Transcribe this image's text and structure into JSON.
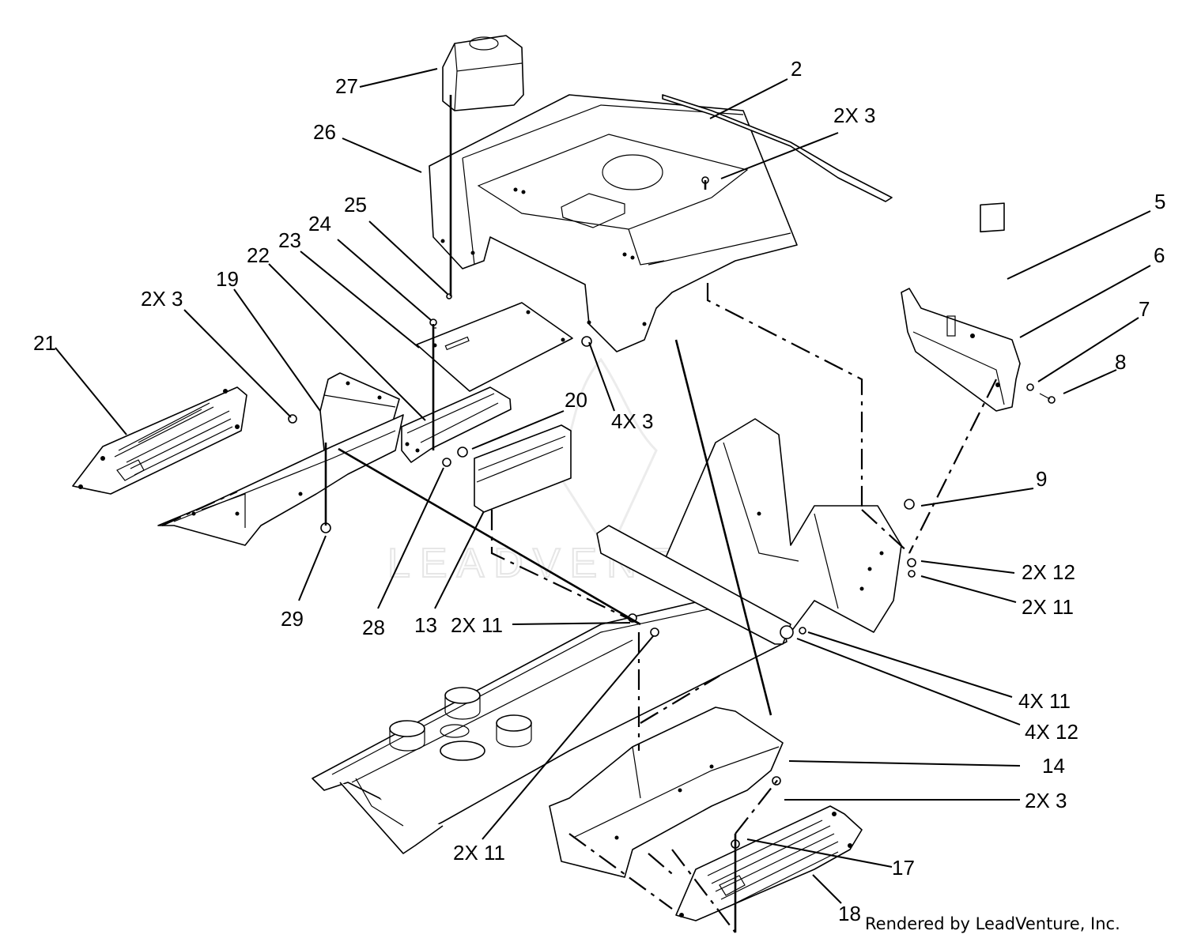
{
  "watermark": {
    "text": "LEADVENTURE"
  },
  "credit": "Rendered by LeadVenture, Inc.",
  "callouts": [
    {
      "id": "c27",
      "text": "27"
    },
    {
      "id": "c2",
      "text": "2"
    },
    {
      "id": "c26",
      "text": "26"
    },
    {
      "id": "c2x3-top",
      "text": "2X 3"
    },
    {
      "id": "c25",
      "text": "25"
    },
    {
      "id": "c24",
      "text": "24"
    },
    {
      "id": "c23",
      "text": "23"
    },
    {
      "id": "c22",
      "text": "22"
    },
    {
      "id": "c19",
      "text": "19"
    },
    {
      "id": "c2x3-left",
      "text": "2X 3"
    },
    {
      "id": "c21",
      "text": "21"
    },
    {
      "id": "c5",
      "text": "5"
    },
    {
      "id": "c6",
      "text": "6"
    },
    {
      "id": "c7",
      "text": "7"
    },
    {
      "id": "c8",
      "text": "8"
    },
    {
      "id": "c20",
      "text": "20"
    },
    {
      "id": "c4x3",
      "text": "4X 3"
    },
    {
      "id": "c9",
      "text": "9"
    },
    {
      "id": "c2x12",
      "text": "2X 12"
    },
    {
      "id": "c2x11-right",
      "text": "2X 11"
    },
    {
      "id": "c29",
      "text": "29"
    },
    {
      "id": "c28",
      "text": "28"
    },
    {
      "id": "c13",
      "text": "13"
    },
    {
      "id": "c2x11-mid",
      "text": "2X 11"
    },
    {
      "id": "c4x11",
      "text": "4X 11"
    },
    {
      "id": "c4x12",
      "text": "4X 12"
    },
    {
      "id": "c14",
      "text": "14"
    },
    {
      "id": "c2x3-bottom",
      "text": "2X 3"
    },
    {
      "id": "c2x11-bottom",
      "text": "2X 11"
    },
    {
      "id": "c17",
      "text": "17"
    },
    {
      "id": "c18",
      "text": "18"
    }
  ]
}
